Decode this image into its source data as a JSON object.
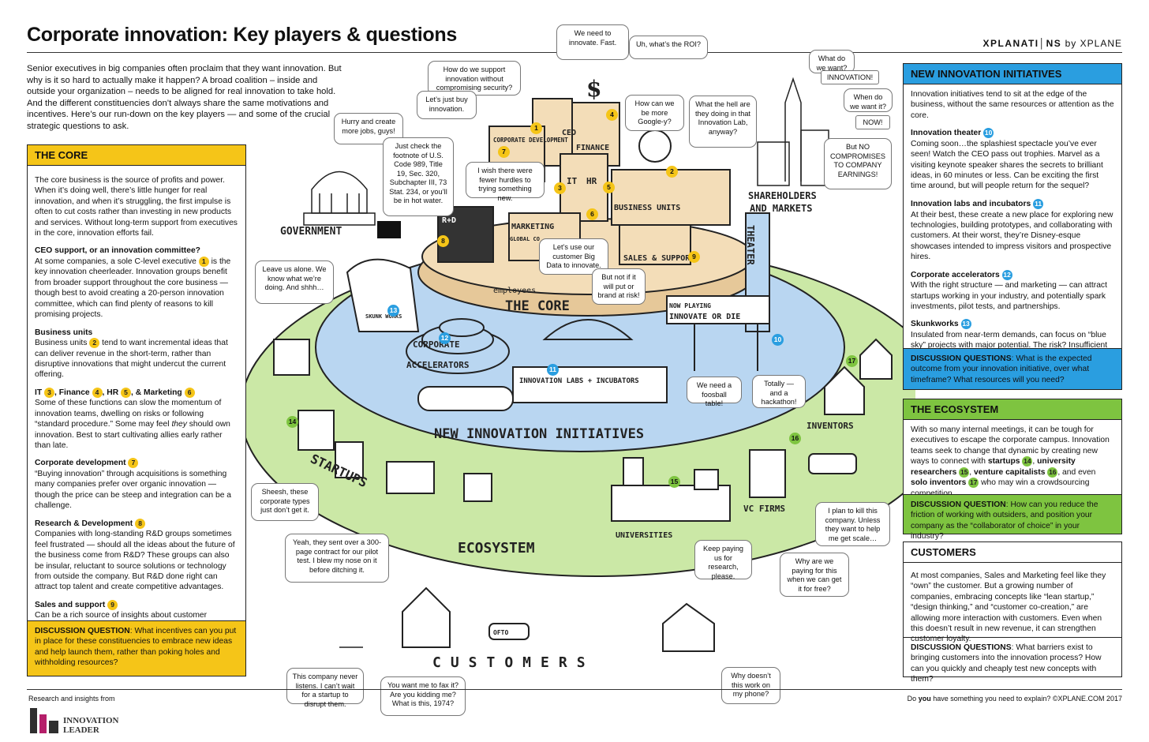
{
  "title": "Corporate innovation: Key players & questions",
  "brand": {
    "name": "XPLANATI│NS",
    "by": "by XPLANE"
  },
  "intro": "Senior executives in big companies often proclaim that they want innovation. But why is it so hard to actually make it happen? A broad coalition – inside and outside your organization – needs to be aligned for real innovation to take hold. And the different constituencies don’t always share the same motivations and incentives. Here’s our run-down on the key players — and some of the crucial strategic questions to ask.",
  "core": {
    "header": "THE CORE",
    "intro": "The core business is the source of profits and power. When it’s doing well, there’s little hunger for real innovation, and when it’s struggling, the first impulse is often to cut costs rather than investing in new products and services. Without long-term support from executives in the core, innovation efforts fail.",
    "ceo_title": "CEO support, or an innovation committee?",
    "ceo_a": "At some companies, a sole C-level executive",
    "ceo_b": "is the key innovation cheerleader. Innovation groups benefit from broader support throughout the core business — though best to avoid creating a 20-person innovation committee, which can find plenty of reasons to kill promising projects.",
    "bu_title": "Business units",
    "bu_a": "Business units",
    "bu_b": "tend to want incremental ideas that can deliver revenue in the short-term, rather than disruptive innovations that might undercut the current offering.",
    "it_title": "IT",
    "it_finance": ", Finance",
    "it_hr": ", HR",
    "it_marketing": ", & Marketing",
    "it_body_a": "Some of these functions can slow the momentum of innovation teams, dwelling on risks or following “standard procedure.” Some may feel",
    "it_body_em": "they",
    "it_body_b": "should own innovation. Best to start cultivating allies early rather than late.",
    "cd_title": "Corporate development",
    "cd_body": "“Buying innovation” through acquisitions is something many companies prefer over organic innovation — though the price can be steep and integration can be a challenge.",
    "rd_title": "Research & Development",
    "rd_body": "Companies with long-standing R&D groups sometimes feel frustrated — should all the ideas about the future of the business come from R&D? These groups can also be insular, reluctant to source solutions or technology  from outside the company. But R&D done right can attract top talent and create competitive advantages.",
    "ss_title": "Sales and support",
    "ss_body": "Can be a rich source of insights about customer problems, which innovation groups would be wise to address. But can also gripe about selling something at a low price; with a different business model; or that’s tough to support.",
    "disc_label": "DISCUSSION QUESTION",
    "disc_text": ": What incentives can you put in place for these constituencies to embrace new ideas and help launch them, rather than poking holes and withholding resources?"
  },
  "nii": {
    "header": "NEW INNOVATION INITIATIVES",
    "intro": "Innovation initiatives tend to sit at the edge of the business, without the same resources or attention as the core.",
    "theater_title": "Innovation theater",
    "theater_body": "Coming soon…the splashiest spectacle you’ve ever seen! Watch the CEO pass out trophies. Marvel as a visiting keynote speaker shares the secrets to brilliant ideas, in 60 minutes or less. Can be exciting the first time around, but will people return for the sequel?",
    "labs_title": "Innovation labs and incubators",
    "labs_body": "At their best, these create a new place for exploring new technologies, building prototypes, and collaborating with customers. At their worst, they’re Disney-esque showcases intended to impress visitors and prospective hires.",
    "acc_title": "Corporate accelerators",
    "acc_body": "With the right structure — and marketing — can attract startups working in your industry, and potentially spark investments, pilot tests, and partnerships.",
    "skunk_title": "Skunkworks",
    "skunk_body": "Insulated from near-term demands, can focus on “blue sky” projects with major potential. The risk? Insufficient support from the core business when it’s time for launch.",
    "disc_label": "DISCUSSION QUESTIONS",
    "disc_text": ": What is the expected outcome from your innovation initiative, over what timeframe? What resources will you need?"
  },
  "eco": {
    "header": "THE ECOSYSTEM",
    "body_a": "With so many internal meetings, it can be tough for executives to escape the corporate campus. Innovation teams seek to change that dynamic by creating new ways to connect with",
    "startups": "startups",
    "univ": "university researchers",
    "vc": "venture capitalists",
    "and_even": ", and even",
    "solo": "solo inventors",
    "body_end": "who may win a crowdsourcing competition.",
    "disc_label": "DISCUSSION QUESTION",
    "disc_text": ": How can you reduce the friction of working with outsiders, and position your company as the “collaborator of choice” in your industry?"
  },
  "customers": {
    "header": "CUSTOMERS",
    "body": "At most companies, Sales and Marketing feel like they “own” the customer. But a growing number of companies, embracing concepts like “lean startup,” “design thinking,” and “customer co-creation,” are allowing more interaction with customers. Even when this doesn’t result in new revenue, it can strengthen customer loyalty.",
    "disc_label": "DISCUSSION QUESTIONS",
    "disc_text": ": What barriers exist to bringing customers into the innovation process? How can you quickly and cheaply test new concepts with them?"
  },
  "numbers": {
    "n1": "1",
    "n2": "2",
    "n3": "3",
    "n4": "4",
    "n5": "5",
    "n6": "6",
    "n7": "7",
    "n8": "8",
    "n9": "9",
    "n10": "10",
    "n11": "11",
    "n12": "12",
    "n13": "13",
    "n14": "14",
    "n15": "15",
    "n16": "16",
    "n17": "17"
  },
  "bubbles": {
    "innovate_fast": "We need to innovate. Fast.",
    "roi": "Uh, what’s the ROI?",
    "security": "How do we support innovation without compromising security?",
    "buy": "Let’s just buy innovation.",
    "googley": "How can we be more Google-y?",
    "hell": "What the hell are they doing in that Innovation Lab, anyway?",
    "jobs": "Hurry and create more jobs, guys!",
    "footnote": "Just check the footnote of U.S. Code 989, Title 19, Sec. 320, Subchapter III, 73 Stat. 234, or you’ll be in hot water.",
    "hurdles": "I wish there were fewer hurdles to trying something new.",
    "bigdata": "Let’s use our customer Big Data to innovate.",
    "brand": "But not if it will put or brand at risk!",
    "leave_alone": "Leave us alone. We know what we’re doing. And shhh…",
    "what_want": "What do we want?",
    "innovation": "INNOVATION!",
    "when_want": "When do we want it?",
    "now": "NOW!",
    "but_no": "But NO COMPROMISES TO COMPANY EARNINGS!",
    "foosball": "We need a foosball table!",
    "hackathon": "Totally — and a hackathon!",
    "sheesh": "Sheesh, these corporate types just don’t get it.",
    "pilot": "Yeah, they sent over a 300-page contract for our pilot test. I blew my nose on it before ditching it.",
    "kill": "I plan to kill this company. Unless they want to help me get scale…",
    "research": "Keep paying us for research, please.",
    "free": "Why are we paying for this when we can get it for free?",
    "never_listens": "This company never listens. I can’t wait for a startup to disrupt them.",
    "fax": "You want me to fax it? Are you kidding me? What is this, 1974?",
    "phone": "Why doesn’t this work on my phone?"
  },
  "labels": {
    "government": "GOVERNMENT",
    "shareholders": "SHAREHOLDERS",
    "markets": "AND MARKETS",
    "core": "THE CORE",
    "ceo": "CEO",
    "finance": "FINANCE",
    "it": "IT",
    "hr": "HR",
    "corpdev": "CORPORATE DEVELOPMENT",
    "business_units": "BUSINESS UNITS",
    "sales_support": "SALES & SUPPORT",
    "marketing": "MARKETING",
    "rd": "R+D",
    "employees": "employees",
    "global": "GLOBAL CO",
    "theater": "THEATER",
    "now_playing": "NOW PLAYING",
    "innovate_or_die": "INNOVATE OR DIE",
    "skunkworks": "SKUNK WORKS",
    "corporate": "CORPORATE",
    "accelerators": "ACCELERATORS",
    "labs": "INNOVATION LABS + INCUBATORS",
    "nii": "NEW INNOVATION INITIATIVES",
    "startups": "STARTUPS",
    "ecosystem": "ECOSYSTEM",
    "universities": "UNIVERSITIES",
    "vc_firms": "VC FIRMS",
    "inventors": "INVENTORS",
    "customers": "CUSTOMERS",
    "car": "OFTO"
  },
  "footer": {
    "research": "Research and insights from",
    "innovation_leader": "INNOVATION LEADER",
    "right_a": "Do",
    "right_b": "you",
    "right_c": "have something you need to explain? ©XPLANE.COM 2017"
  },
  "colors": {
    "yellow": "#f5c518",
    "blue": "#2a9ee0",
    "green": "#7ec440",
    "ring_green": "#cbe8a6",
    "ring_blue": "#b9d6f1",
    "core_tan": "#f3ddb8",
    "logo": "#2f2f2f",
    "logo_accent": "#b51f6a"
  }
}
